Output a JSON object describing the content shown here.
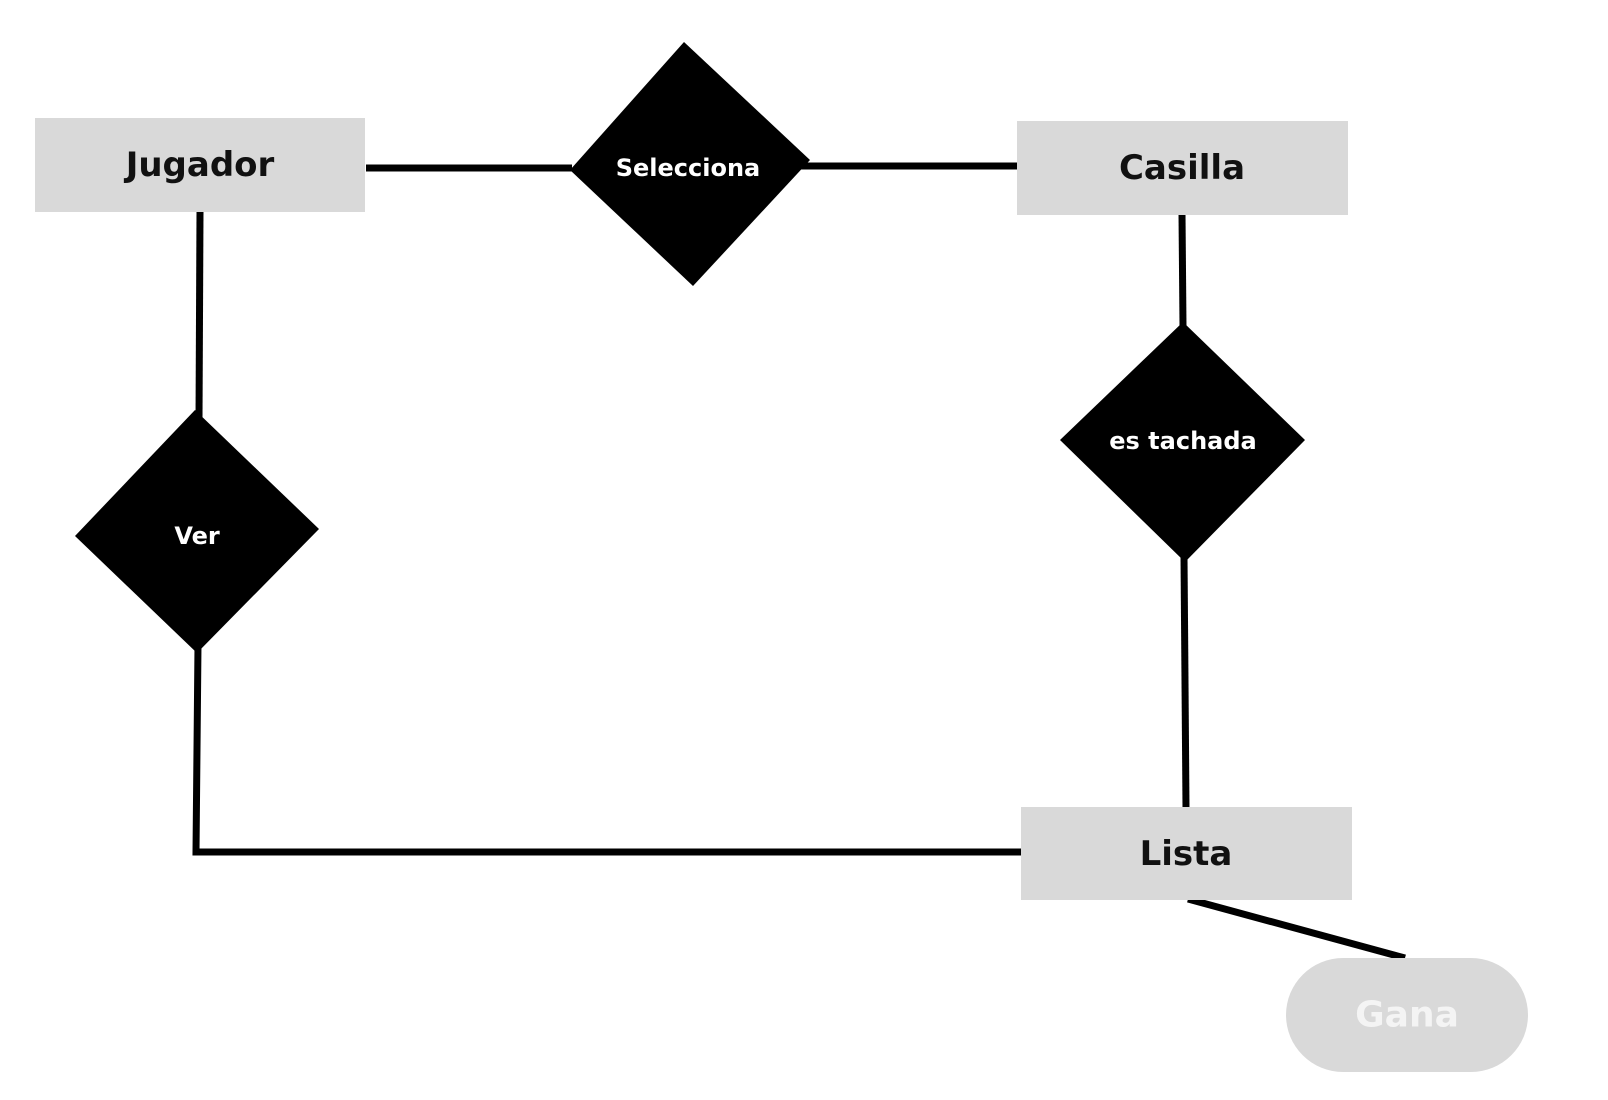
{
  "colors": {
    "background": "#ffffff",
    "entity_fill": "#d9d9d9",
    "relationship_fill": "#000000",
    "attribute_fill": "#d9d9d9",
    "connector": "#000000",
    "entity_text": "#111111",
    "relationship_text": "#ffffff",
    "attribute_text": "#f4f4f4"
  },
  "entities": {
    "jugador": "Jugador",
    "casilla": "Casilla",
    "lista": "Lista"
  },
  "relationships": {
    "selecciona": "Selecciona",
    "es_tachada": "es tachada",
    "ver": "Ver"
  },
  "attributes": {
    "gana": "Gana"
  }
}
